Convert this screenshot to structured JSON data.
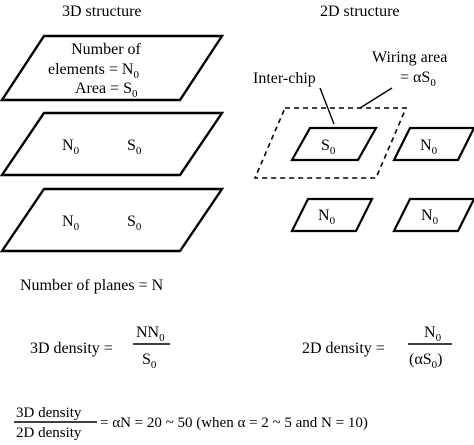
{
  "headings": {
    "left": "3D structure",
    "right": "2D structure"
  },
  "top_plane": {
    "line1": "Number of",
    "line2_prefix": "elements = N",
    "line2_sub": "0",
    "line3_prefix": "Area = S",
    "line3_sub": "0"
  },
  "plane_labels": {
    "n_main": "N",
    "n_sub": "0",
    "s_main": "S",
    "s_sub": "0"
  },
  "wiring": {
    "line1": "Wiring area",
    "line2_prefix": "= αS",
    "line2_sub": "0"
  },
  "interchip": "Inter-chip",
  "planes_count": "Number of planes = N",
  "density_3d": {
    "label": "3D density =",
    "num_main": "NN",
    "num_sub": "0",
    "den_main": "S",
    "den_sub": "0"
  },
  "density_2d": {
    "label": "2D density =",
    "num_main": "N",
    "num_sub": "0",
    "den_open": "(αS",
    "den_sub": "0",
    "den_close": ")"
  },
  "ratio": {
    "num": "3D density",
    "den": "2D density",
    "rhs": "= αN = 20 ~ 50 (when α = 2 ~ 5 and N = 10)"
  }
}
